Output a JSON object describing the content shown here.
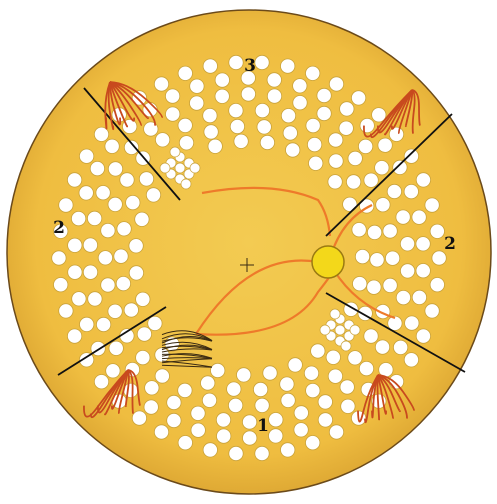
{
  "colors": {
    "background": "#ffffff",
    "disc_fill": "#f0c247",
    "disc_edge": "#d79a2c",
    "disc_outline": "#6b4a1a",
    "granule_fill": "#ffffff",
    "granule_stroke": "#c9a23a",
    "arc": "#ee7a2a",
    "node_fill": "#f3d81a",
    "node_stroke": "#9b7a12",
    "divider": "#111111",
    "fibers": "#c84a1e",
    "dark_strands": "#3a2a12"
  },
  "icons": {
    "center_mark": "plus-crosshair"
  },
  "labels": {
    "top": "3",
    "left": "2",
    "right": "2",
    "bottom": "1"
  }
}
